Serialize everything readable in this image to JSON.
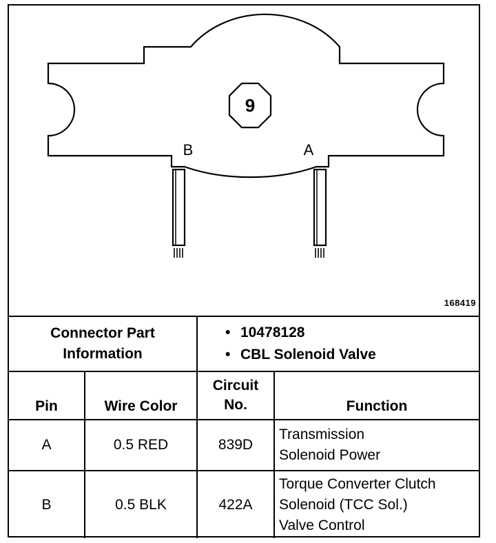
{
  "figure_id": "168419",
  "connector": {
    "number": "9",
    "terminal_b": "B",
    "terminal_a": "A"
  },
  "info": {
    "label": "Connector Part Information",
    "part_number": "10478128",
    "description": "CBL Solenoid Valve"
  },
  "table": {
    "headers": {
      "pin": "Pin",
      "wire_color": "Wire Color",
      "circuit": "Circuit No.",
      "function": "Function"
    },
    "rows": [
      {
        "pin": "A",
        "wire_color": "0.5 RED",
        "circuit": "839D",
        "function": [
          "Transmission",
          "Solenoid Power"
        ]
      },
      {
        "pin": "B",
        "wire_color": "0.5 BLK",
        "circuit": "422A",
        "function": [
          "Torque Converter Clutch",
          "Solenoid (TCC Sol.)",
          "Valve Control"
        ]
      }
    ]
  }
}
